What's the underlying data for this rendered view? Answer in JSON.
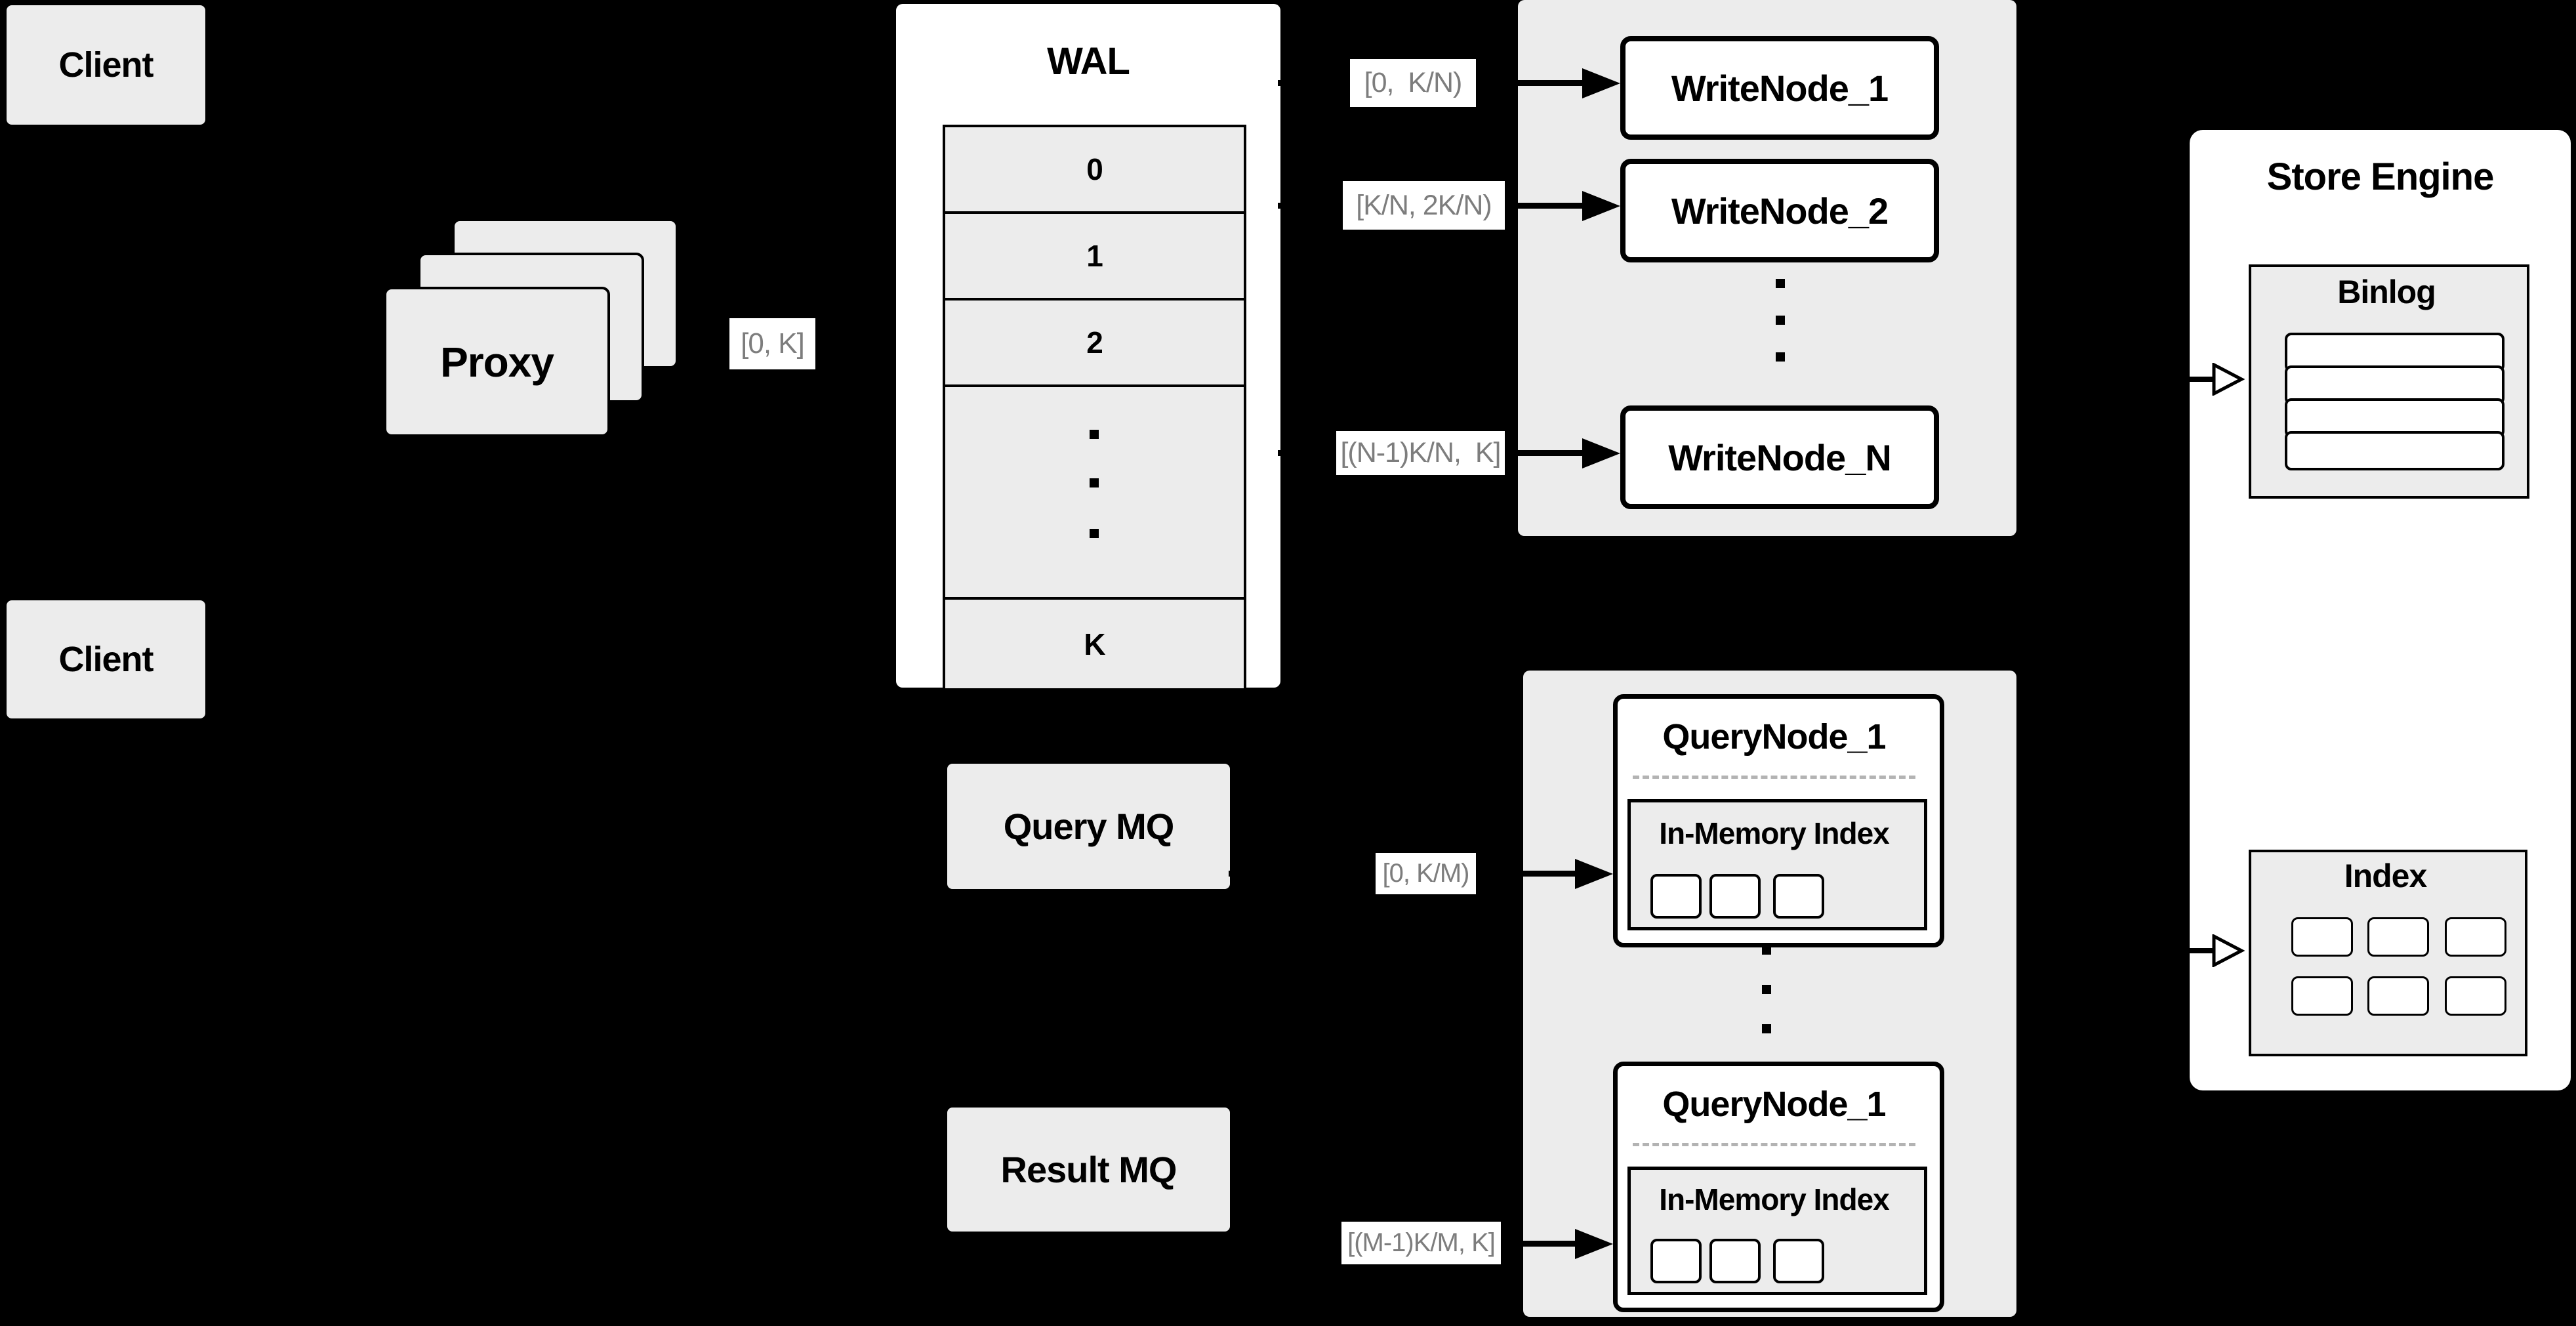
{
  "clients": {
    "top": "Client",
    "bottom": "Client"
  },
  "proxy": {
    "label": "Proxy",
    "range": "[0, K]"
  },
  "wal": {
    "title": "WAL",
    "segments": [
      "0",
      "1",
      "2"
    ],
    "last_segment": "K"
  },
  "write": {
    "nodes": [
      "WriteNode_1",
      "WriteNode_2",
      "WriteNode_N"
    ],
    "ranges": [
      "[0,  K/N)",
      "[K/N, 2K/N)",
      "[(N-1)K/N,  K]"
    ]
  },
  "mq": {
    "query": "Query MQ",
    "result": "Result MQ"
  },
  "query": {
    "node_titles": [
      "QueryNode_1",
      "QueryNode_1"
    ],
    "in_memory": "In-Memory Index",
    "ranges": [
      "[0, K/M)",
      "[(M-1)K/M, K]"
    ]
  },
  "store": {
    "title": "Store Engine",
    "binlog": "Binlog",
    "index": "Index"
  },
  "colors": {
    "background": "#000000",
    "panel": "#ececec",
    "box_fill": "#ffffff",
    "border": "#000000",
    "range_text": "#7d7d7d",
    "dashed_line": "#b3b3b3"
  }
}
